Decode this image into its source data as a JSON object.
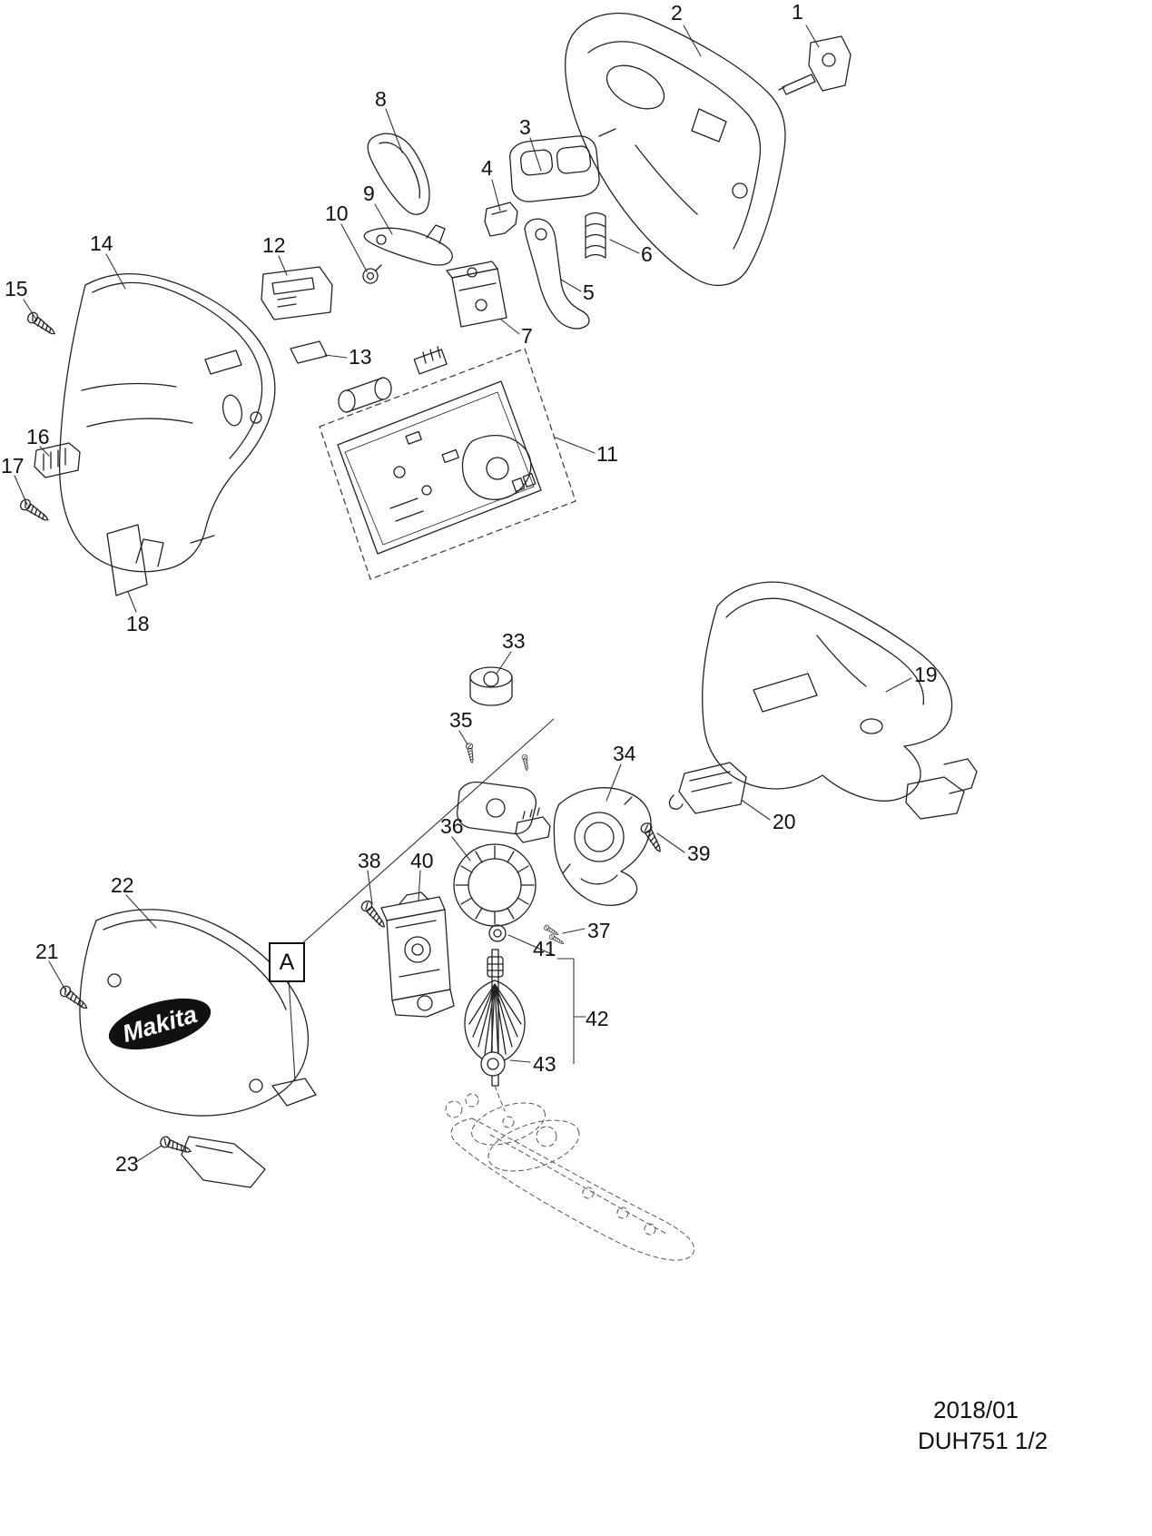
{
  "doc": {
    "date": "2018/01",
    "model": "DUH751 1/2",
    "section_label": "A",
    "brand": "Makita"
  },
  "diagram": {
    "type": "exploded-parts-diagram",
    "part_numbers_shown": [
      1,
      2,
      3,
      4,
      5,
      6,
      7,
      8,
      9,
      10,
      11,
      12,
      13,
      14,
      15,
      16,
      17,
      18,
      19,
      20,
      21,
      22,
      23,
      33,
      34,
      35,
      36,
      37,
      38,
      39,
      40,
      41,
      42,
      43
    ]
  },
  "labels": [
    "1",
    "2",
    "8",
    "3",
    "4",
    "9",
    "10",
    "14",
    "12",
    "6",
    "5",
    "15",
    "7",
    "13",
    "16",
    "17",
    "11",
    "18",
    "33",
    "19",
    "35",
    "34",
    "20",
    "36",
    "39",
    "38",
    "40",
    "22",
    "37",
    "21",
    "41",
    "42",
    "43",
    "23"
  ]
}
